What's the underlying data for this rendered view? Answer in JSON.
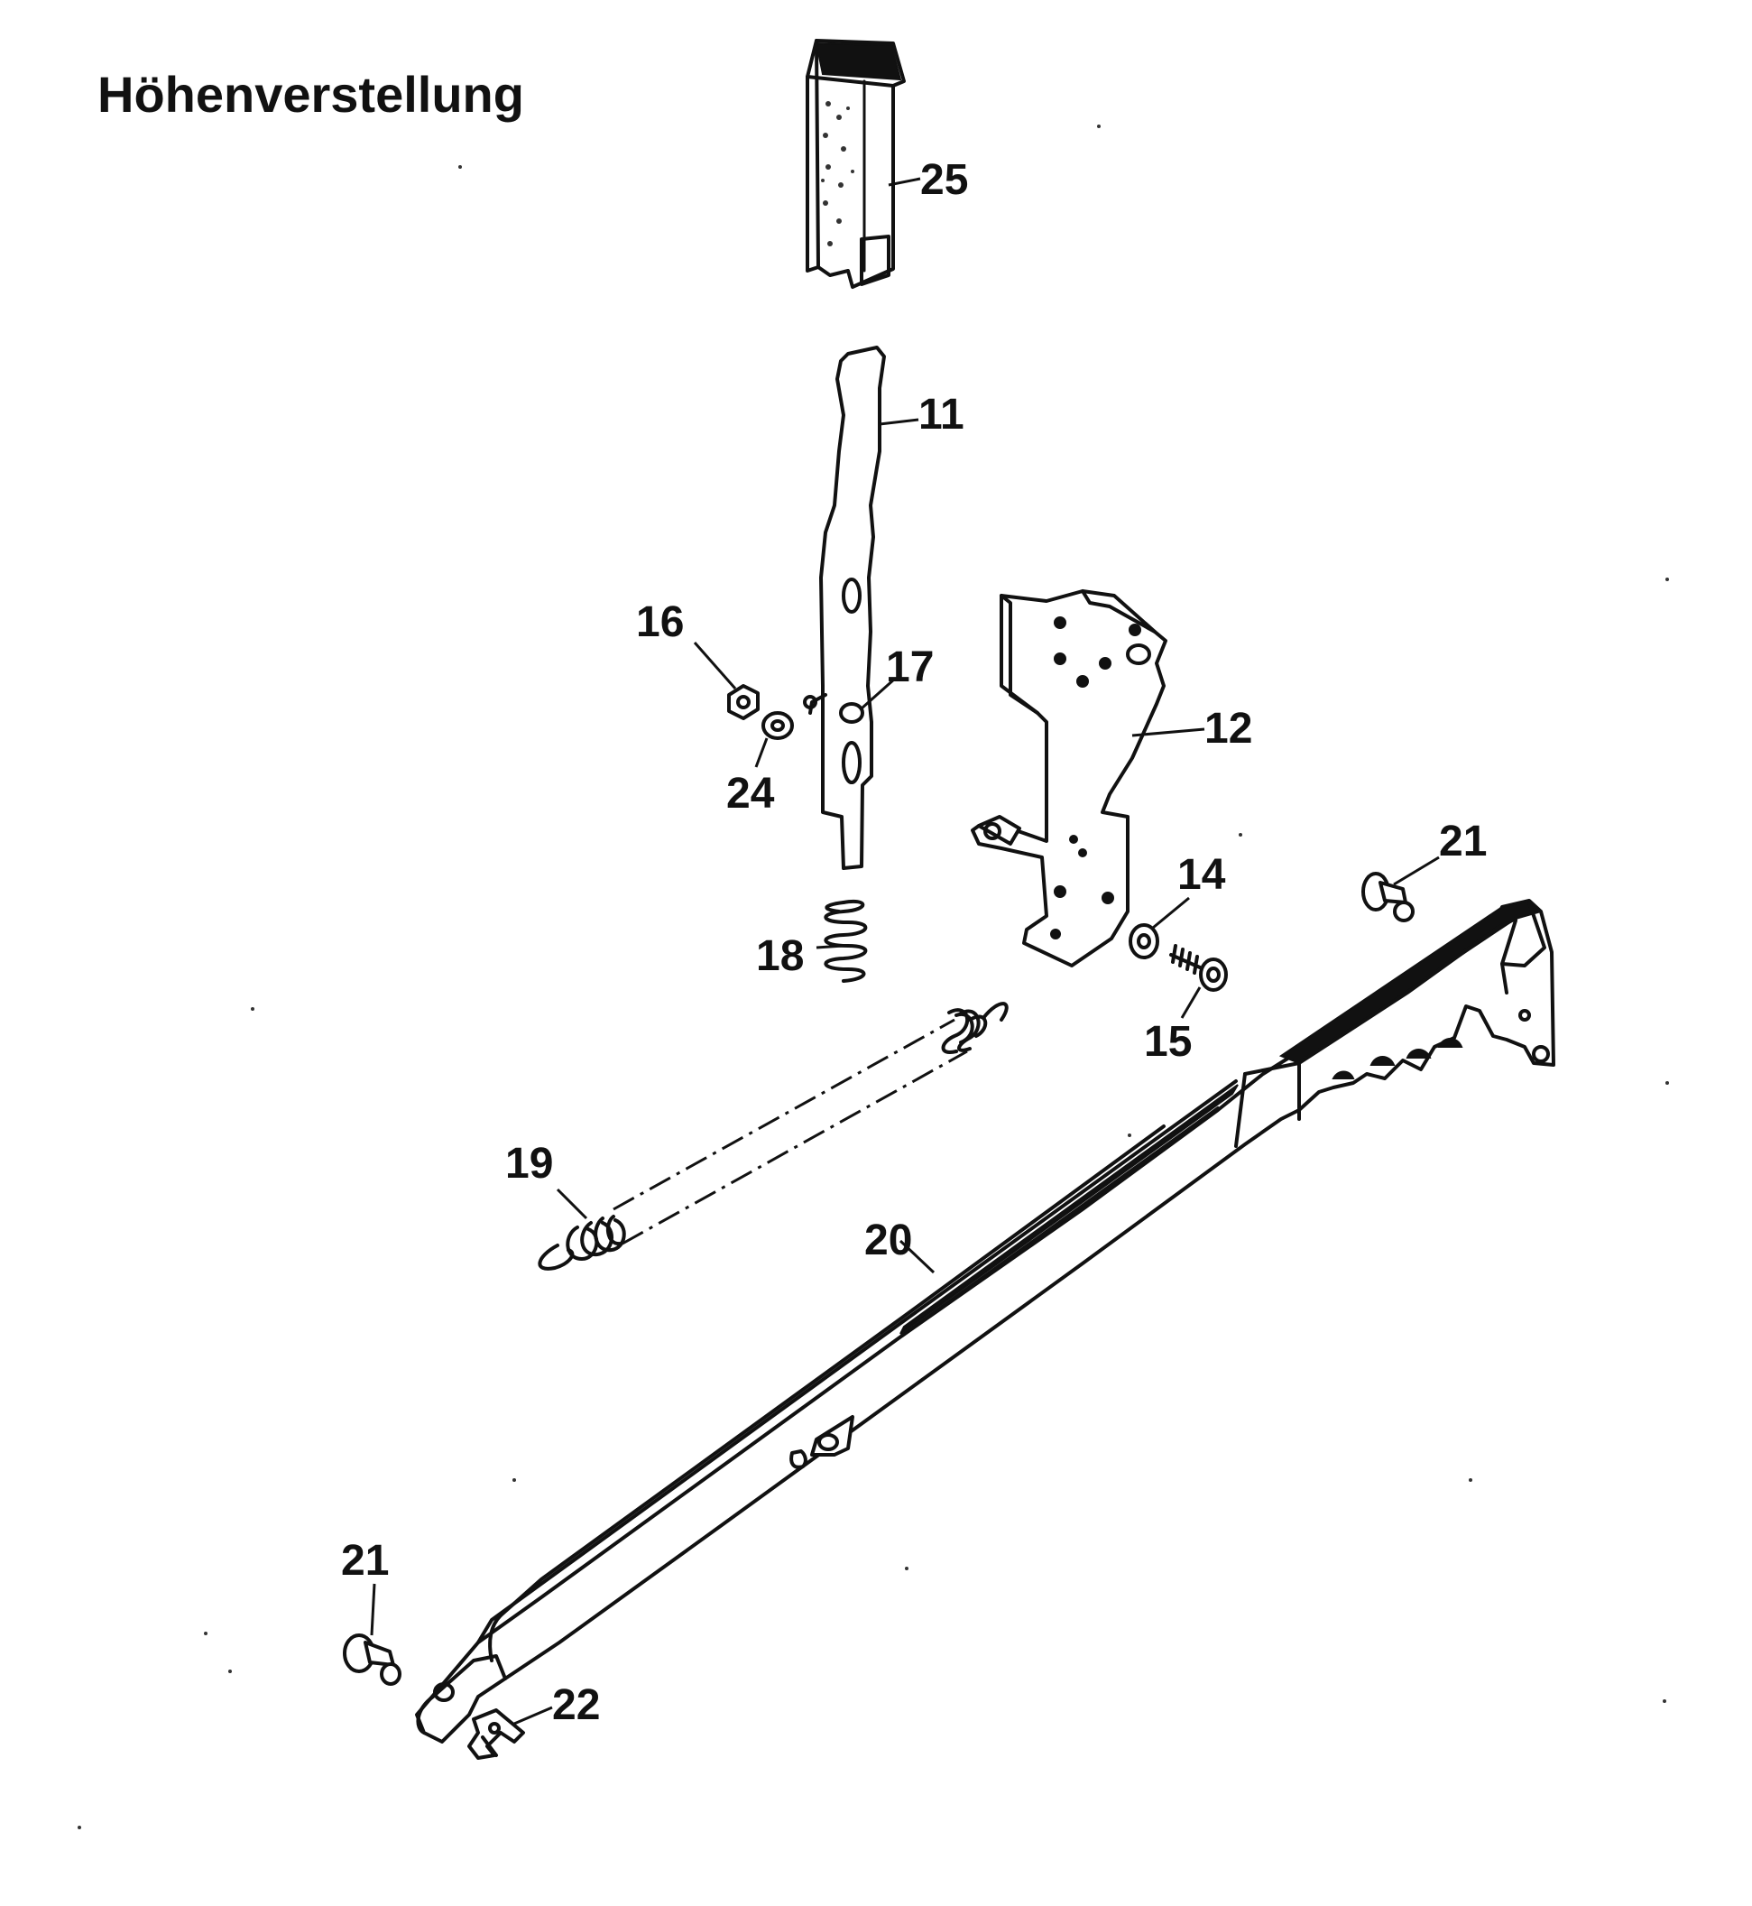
{
  "title": "Höhenverstellung",
  "callouts": {
    "p25": "25",
    "p11": "11",
    "p16": "16",
    "p17": "17",
    "p24": "24",
    "p12": "12",
    "p18": "18",
    "p14": "14",
    "p21a": "21",
    "p15": "15",
    "p19": "19",
    "p20": "20",
    "p21b": "21",
    "p22": "22"
  }
}
